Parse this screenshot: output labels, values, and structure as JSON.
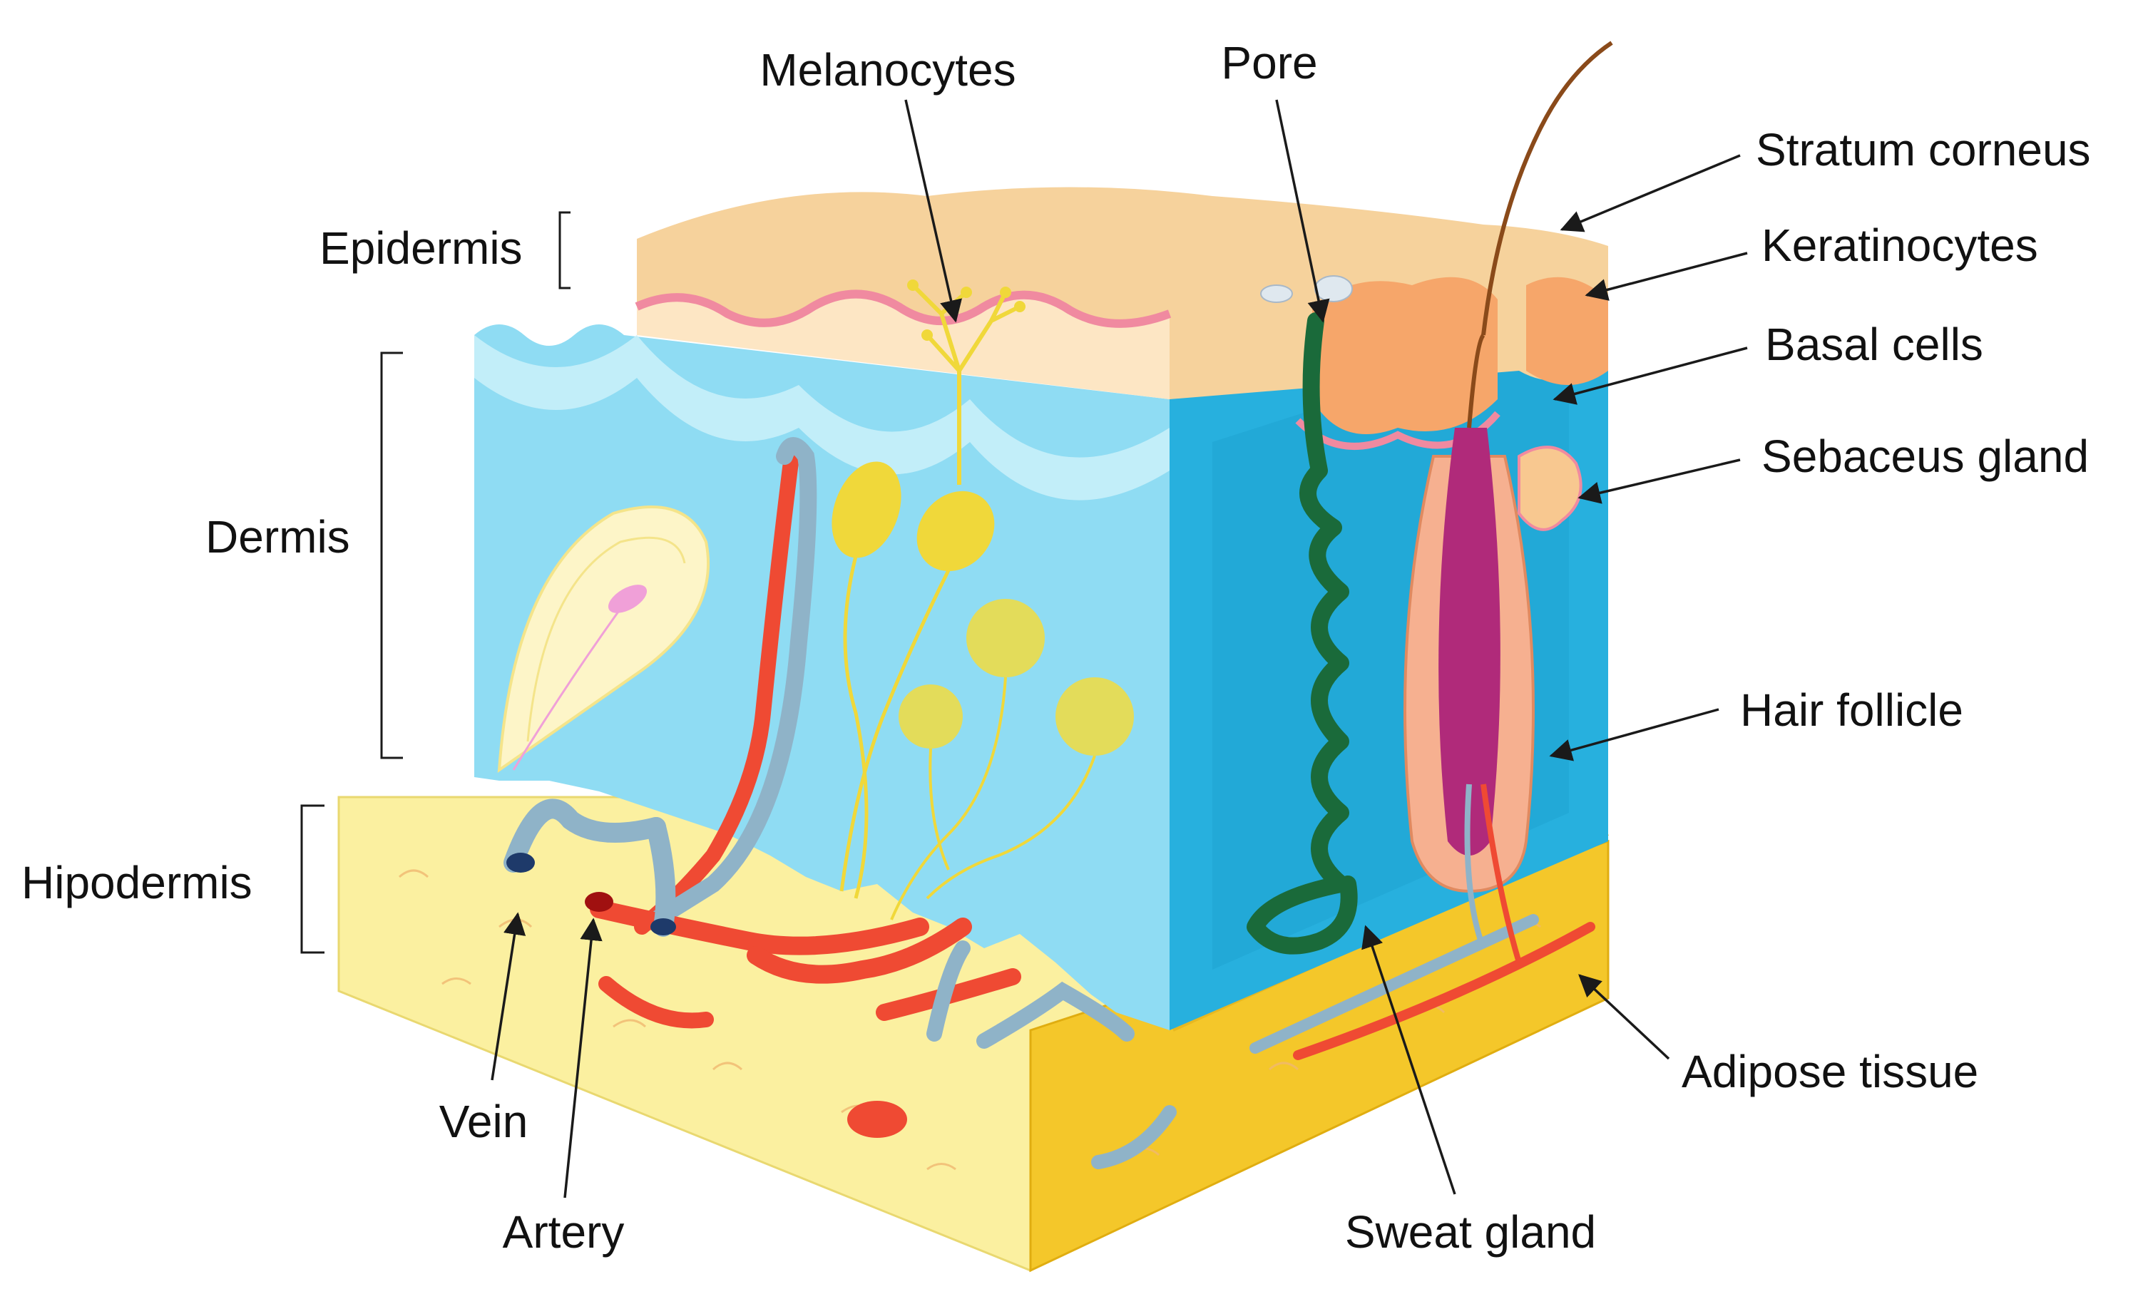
{
  "labels": {
    "melanocytes": "Melanocytes",
    "pore": "Pore",
    "stratum_corneus": "Stratum corneus",
    "keratinocytes": "Keratinocytes",
    "basal_cells": "Basal cells",
    "sebaceus_gland": "Sebaceus gland",
    "hair_follicle": "Hair follicle",
    "adipose_tissue": "Adipose tissue",
    "sweat_gland": "Sweat gland",
    "artery": "Artery",
    "vein": "Vein",
    "hipodermis": "Hipodermis",
    "dermis": "Dermis",
    "epidermis": "Epidermis"
  },
  "colors": {
    "epidermis_top": "#f6d29c",
    "dermis_front": "#8fdcf3",
    "dermis_side": "#27b0de",
    "hypodermis_front": "#fbf0a0",
    "hypodermis_side": "#f4c72a",
    "artery": "#ef4a33",
    "vein": "#8fb3c8",
    "sweat_gland": "#1a6a3a",
    "hair_follicle": "#b02a7a",
    "melanocyte": "#f0d83a"
  }
}
